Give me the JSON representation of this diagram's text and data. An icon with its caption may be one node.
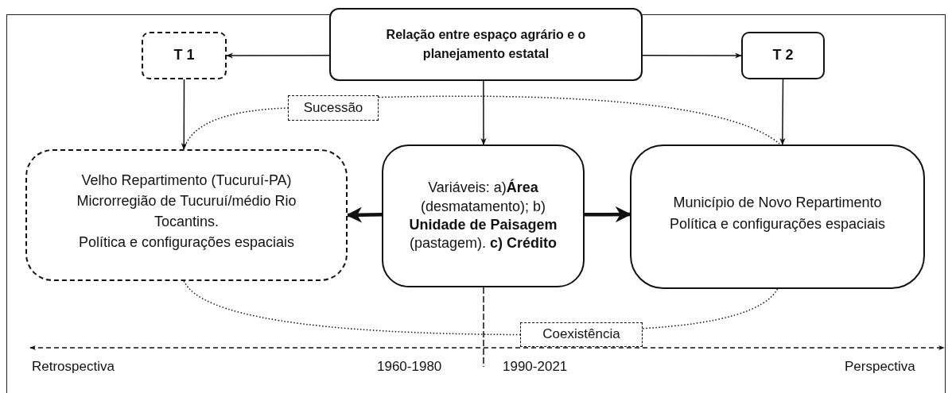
{
  "diagram": {
    "nodes": [
      {
        "text": [
          "T 1"
        ]
      },
      {
        "text": [
          "Relação entre espaço agrário e o planejamento estatal"
        ]
      },
      {
        "text": [
          "T 2"
        ]
      },
      {
        "text": [
          "Sucessão"
        ]
      },
      {
        "text": [
          "Velho Repartimento (Tucuruí-PA)",
          "Microrregião de Tucuruí/médio Rio Tocantins.",
          "Política e configurações espaciais"
        ]
      },
      {
        "text": [
          "Variáveis: a)**Área** (desmatamento); b) **Unidade de Paisagem** (pastagem). **c) Crédito**"
        ]
      },
      {
        "text": [
          "Município de Novo Repartimento",
          "Política e configurações espaciais"
        ]
      },
      {
        "text": [
          "Coexistência"
        ]
      }
    ],
    "edges": [
      {
        "from": 1,
        "to": 0,
        "arrow": "to"
      },
      {
        "from": 1,
        "to": 2,
        "arrow": "to"
      },
      {
        "from": 0,
        "to": 4,
        "arrow": "to"
      },
      {
        "from": 1,
        "to": 5,
        "arrow": "to"
      },
      {
        "from": 2,
        "to": 6,
        "arrow": "to"
      },
      {
        "from": 5,
        "to": 4,
        "arrow": "to",
        "style": "thick"
      },
      {
        "from": 5,
        "to": 6,
        "arrow": "to",
        "style": "thick"
      },
      {
        "from": 4,
        "to": 3,
        "arrow": "none",
        "style": "dashed"
      },
      {
        "from": 3,
        "to": 6,
        "arrow": "none",
        "style": "dashed"
      },
      {
        "from": 4,
        "to": 7,
        "arrow": "none",
        "style": "dashed"
      },
      {
        "from": 7,
        "to": 6,
        "arrow": "none",
        "style": "dashed"
      }
    ],
    "labels": [
      "Retrospectiva",
      "1960-1980",
      "1990-2021",
      "Perspectiva"
    ]
  }
}
